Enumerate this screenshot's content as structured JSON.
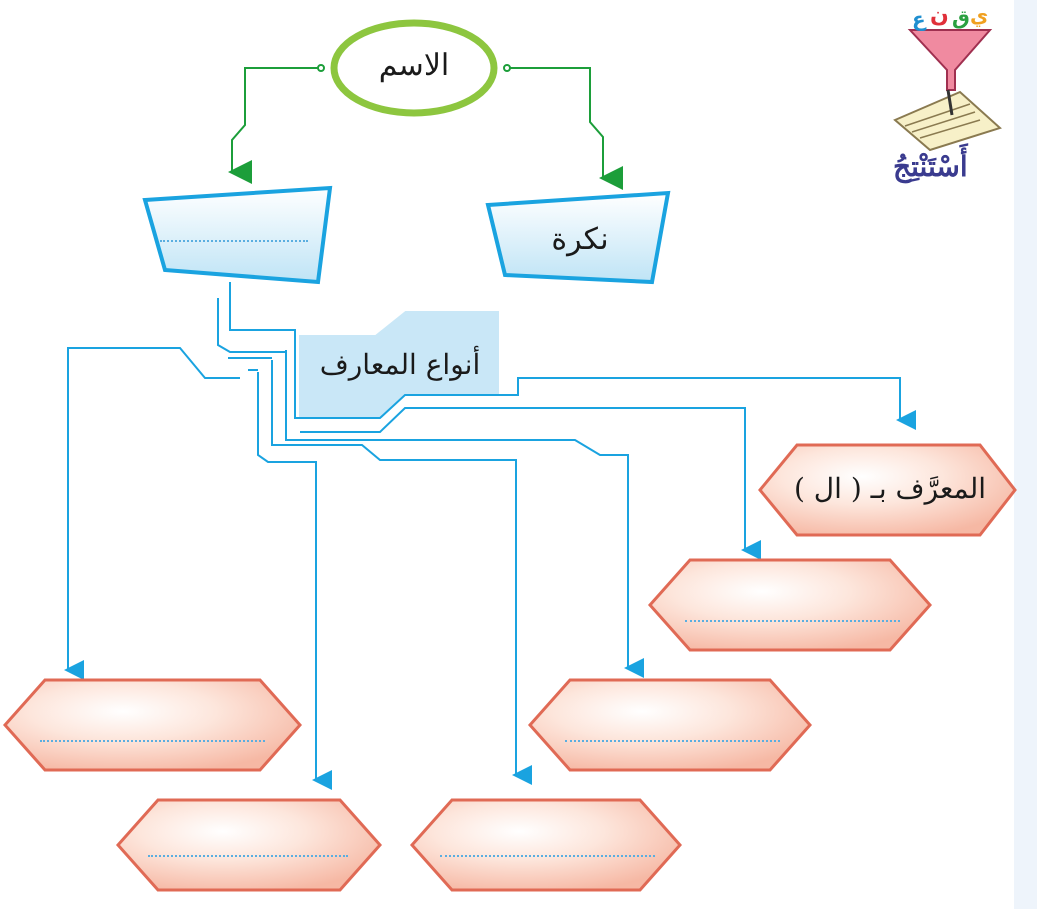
{
  "icon": {
    "name": "funnel-letters-icon",
    "label": "أَسْتَنْتِجُ"
  },
  "root": {
    "label": "الاسم"
  },
  "nakira": {
    "label": "نكرة"
  },
  "marifa": {
    "label": ""
  },
  "types_header": {
    "label": "أنواع المعارف"
  },
  "types": [
    {
      "label": "المعرَّف بـ ( ال )"
    },
    {
      "label": ""
    },
    {
      "label": ""
    },
    {
      "label": ""
    },
    {
      "label": ""
    },
    {
      "label": ""
    }
  ],
  "colors": {
    "green_arrow": "#1c9e3a",
    "blue_line": "#1aa3e0",
    "trapezoid_fill": "#d2ecf8",
    "header_fill": "#c9e7f7",
    "hex_fill": "#fbd7cb",
    "hex_border": "#e06a55",
    "accent_text": "#3a3b8f"
  }
}
